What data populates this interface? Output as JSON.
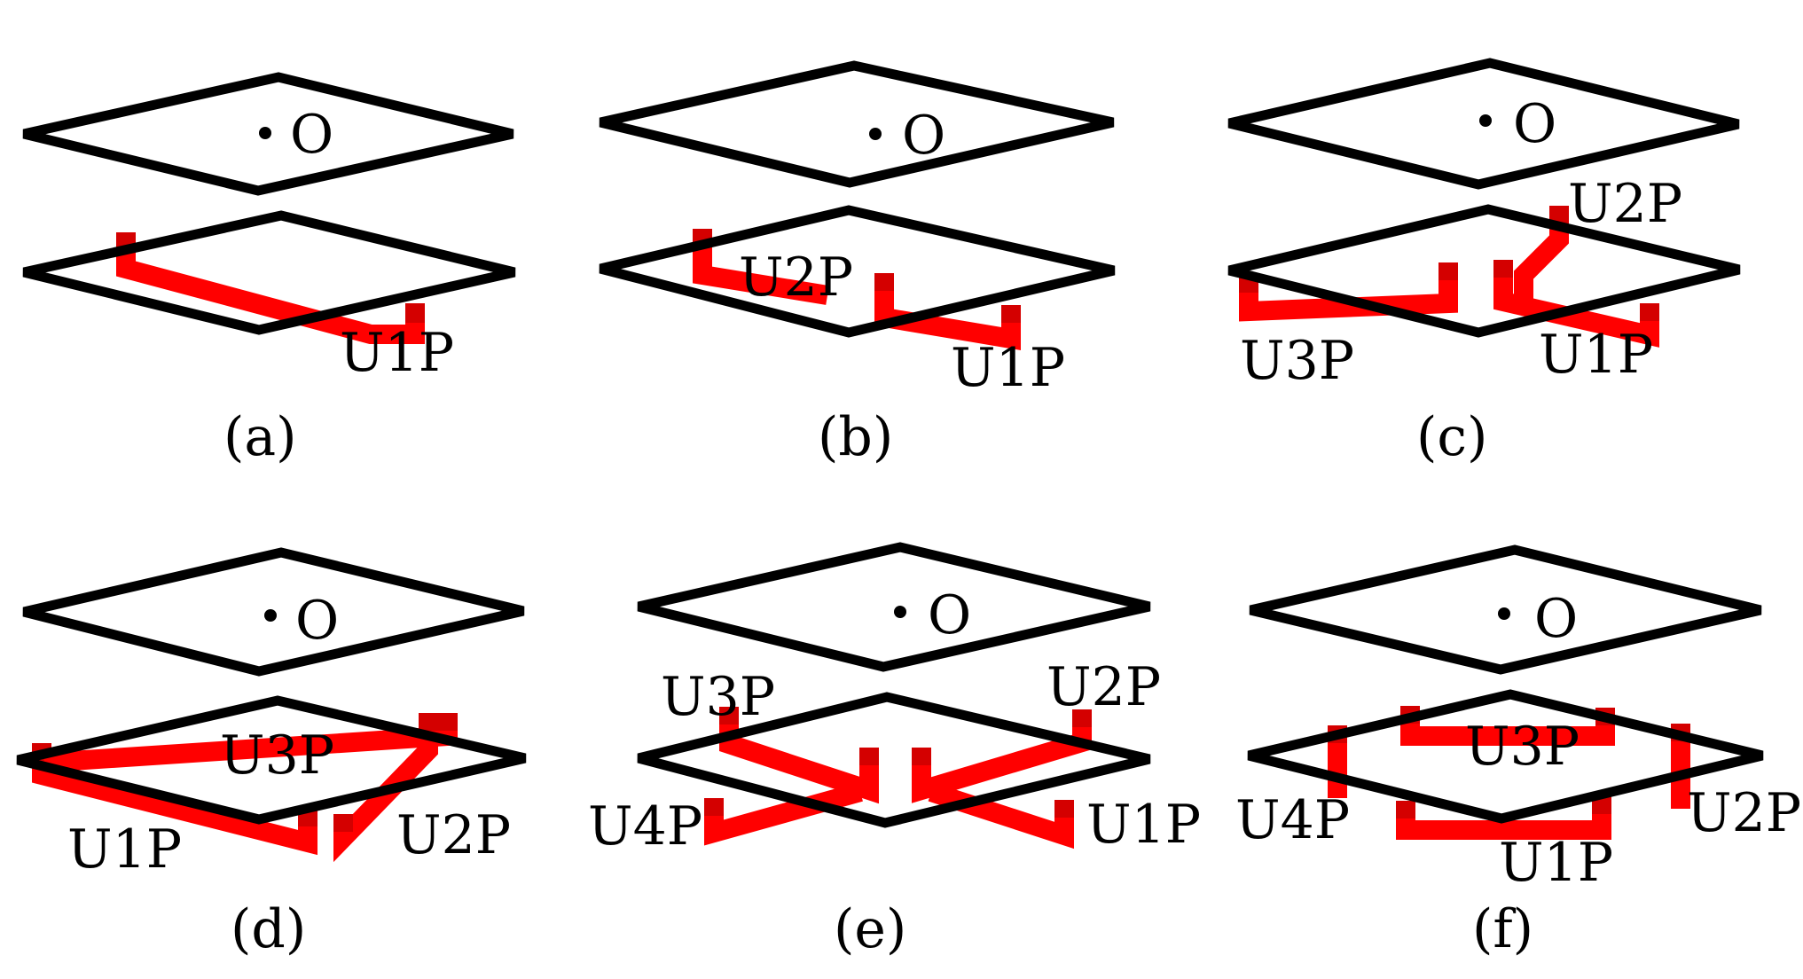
{
  "colors": {
    "plate": "#000000",
    "rail": "#ff0000",
    "rail_shade": "#d40000"
  },
  "origin_label": "O",
  "panels": [
    {
      "id": "a",
      "caption": "(a)",
      "labels": [
        "U1P"
      ]
    },
    {
      "id": "b",
      "caption": "(b)",
      "labels": [
        "U2P",
        "U1P"
      ]
    },
    {
      "id": "c",
      "caption": "(c)",
      "labels": [
        "U2P",
        "U3P",
        "U1P"
      ]
    },
    {
      "id": "d",
      "caption": "(d)",
      "labels": [
        "U3P",
        "U1P",
        "U2P"
      ]
    },
    {
      "id": "e",
      "caption": "(e)",
      "labels": [
        "U3P",
        "U2P",
        "U4P",
        "U1P"
      ]
    },
    {
      "id": "f",
      "caption": "(f)",
      "labels": [
        "U3P",
        "U4P",
        "U2P",
        "U1P"
      ]
    }
  ]
}
